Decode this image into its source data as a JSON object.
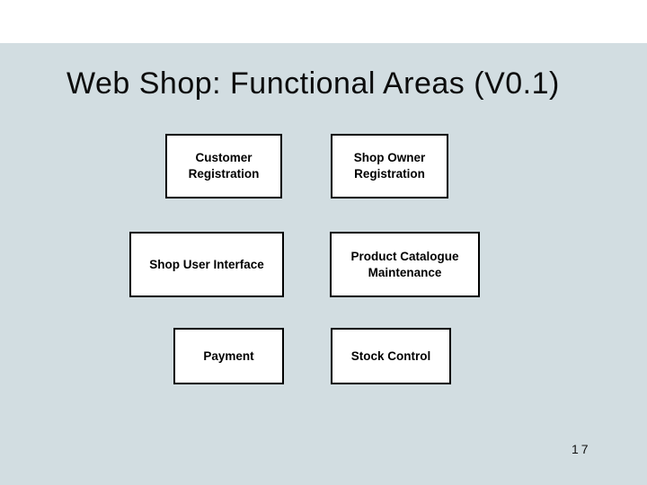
{
  "slide": {
    "title": "Web Shop: Functional Areas (V0.1)",
    "page_number": "17",
    "boxes": [
      {
        "label": "Customer Registration"
      },
      {
        "label": "Shop Owner Registration"
      },
      {
        "label": "Shop User Interface"
      },
      {
        "label": "Product Catalogue Maintenance"
      },
      {
        "label": "Payment"
      },
      {
        "label": "Stock Control"
      }
    ],
    "colors": {
      "slide_background": "#d2dde1",
      "top_band": "#ffffff",
      "box_fill": "#ffffff",
      "box_border": "#000000",
      "text": "#000000"
    }
  }
}
